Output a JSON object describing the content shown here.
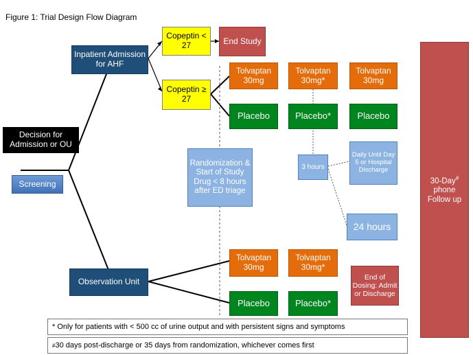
{
  "title": "Figure 1: Trial Design Flow Diagram",
  "boxes": {
    "inpatient": "Inpatient Admission for AHF",
    "copeptin_low": "Copeptin < 27",
    "end_study": "End Study",
    "copeptin_high": "Copeptin ≥ 27",
    "decision": "Decision for Admission or OU",
    "screening": "Screening",
    "observation": "Observation Unit",
    "randomization": "Randomization & Start of Study Drug < 8 hours after ED triage",
    "three_hours": "3 hours",
    "daily_until": "Daily Until Day 5 or Hospital Discharge",
    "twenty_four": "24 hours",
    "end_dosing": "End of Dosing: Admit or Discharge",
    "follow_up_a": "30-Day",
    "follow_up_sup": "#",
    "follow_up_b": "phone Follow up",
    "tolvaptan": "Tolvaptan 30mg",
    "tolvaptan_star": "Tolvaptan 30mg*",
    "placebo": "Placebo",
    "placebo_star": "Placebo*"
  },
  "notes": {
    "star": "* Only for patients with < 500 cc of urine output and with persistent signs and symptoms",
    "hash_sym": "#",
    "hash": " 30 days post-discharge or 35 days from randomization, whichever comes first"
  },
  "colors": {
    "navy": "#1f4e79",
    "yellow": "#ffff00",
    "red": "#c0504d",
    "orange": "#e46c0a",
    "green": "#00851f",
    "light_blue": "#8db3e2"
  }
}
